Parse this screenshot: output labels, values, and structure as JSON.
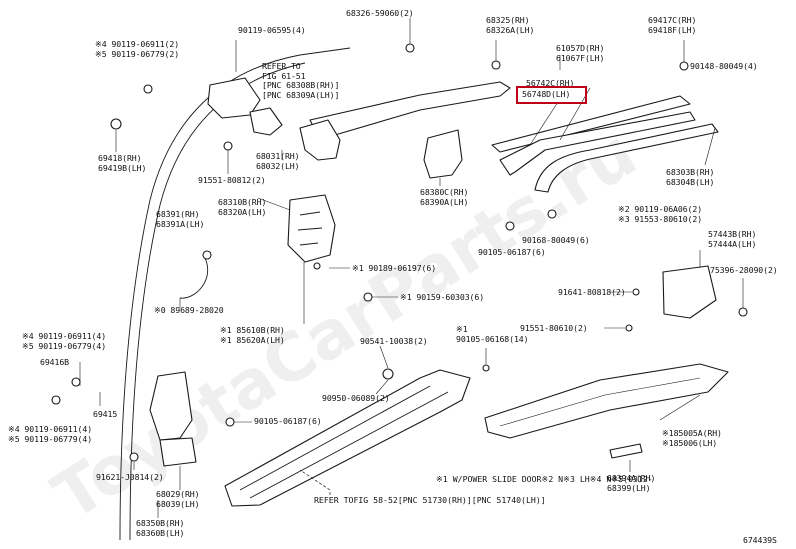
{
  "diagram": {
    "code": "674439S",
    "watermark": "ToyotaCarParts.ru",
    "highlighted_part": "56748D (LH)",
    "labels": [
      {
        "id": "p68326",
        "lines": [
          "68326-59060(2)"
        ]
      },
      {
        "id": "p90119_06595",
        "lines": [
          "90119-06595(4)"
        ]
      },
      {
        "id": "p90119_06911_a",
        "lines": [
          "※4 90119-06911(2)",
          "※5 90119-06779(2)"
        ]
      },
      {
        "id": "p_refer_61",
        "lines": [
          "REFER TO",
          "FIG 61-51",
          "[PNC 68308B(RH)]",
          "[PNC 68309A(LH)]"
        ]
      },
      {
        "id": "p68325",
        "lines": [
          "68325(RH)",
          "68326A(LH)"
        ]
      },
      {
        "id": "p61057",
        "lines": [
          "61057D(RH)",
          "61067F(LH)"
        ]
      },
      {
        "id": "p56742",
        "lines": [
          "56742C(RH)"
        ]
      },
      {
        "id": "p56748",
        "lines": [
          "56748D(LH)"
        ]
      },
      {
        "id": "p69417",
        "lines": [
          "69417C(RH)",
          "69418F(LH)"
        ]
      },
      {
        "id": "p90148",
        "lines": [
          "90148-80049(4)"
        ]
      },
      {
        "id": "p69418",
        "lines": [
          "69418(RH)",
          "69419B(LH)"
        ]
      },
      {
        "id": "p68031",
        "lines": [
          "68031(RH)",
          "68032(LH)"
        ]
      },
      {
        "id": "p91551_80812",
        "lines": [
          "91551-80812(2)"
        ]
      },
      {
        "id": "p68310",
        "lines": [
          "68310B(RH)",
          "68320A(LH)"
        ]
      },
      {
        "id": "p68391",
        "lines": [
          "68391(RH)",
          "68391A(LH)"
        ]
      },
      {
        "id": "p68380",
        "lines": [
          "68380C(RH)",
          "68390A(LH)"
        ]
      },
      {
        "id": "p68303",
        "lines": [
          "68303B(RH)",
          "68304B(LH)"
        ]
      },
      {
        "id": "p90168",
        "lines": [
          "90168-80049(6)"
        ]
      },
      {
        "id": "p90105_06187",
        "lines": [
          "90105-06187(6)"
        ]
      },
      {
        "id": "p90119_06a06",
        "lines": [
          "※2 90119-06A06(2)",
          "※3 91553-80610(2)"
        ]
      },
      {
        "id": "p57443",
        "lines": [
          "57443B(RH)",
          "57444A(LH)"
        ]
      },
      {
        "id": "p75396",
        "lines": [
          "75396-28090(2)"
        ]
      },
      {
        "id": "p90189",
        "lines": [
          "※1 90189-06197(6)"
        ]
      },
      {
        "id": "p90159",
        "lines": [
          "※1 90159-60303(6)"
        ]
      },
      {
        "id": "p91641",
        "lines": [
          "91641-80818(2)"
        ]
      },
      {
        "id": "p89689",
        "lines": [
          "※0 89689-28020"
        ]
      },
      {
        "id": "p85610",
        "lines": [
          "※1 85610B(RH)",
          "※1 85620A(LH)"
        ]
      },
      {
        "id": "p91551_80610",
        "lines": [
          "91551-80610(2)"
        ]
      },
      {
        "id": "p90105_06168",
        "lines": [
          "※1",
          "90105-06168(14)"
        ]
      },
      {
        "id": "p90119_06911_b",
        "lines": [
          "※4 90119-06911(4)",
          "※5 90119-06779(4)"
        ]
      },
      {
        "id": "p69416",
        "lines": [
          "69416B"
        ]
      },
      {
        "id": "p90541",
        "lines": [
          "90541-10038(2)"
        ]
      },
      {
        "id": "p90950",
        "lines": [
          "90950-06089(2)"
        ]
      },
      {
        "id": "p69415",
        "lines": [
          "69415"
        ]
      },
      {
        "id": "p90119_06911_c",
        "lines": [
          "※4 90119-06911(4)",
          "※5 90119-06779(4)"
        ]
      },
      {
        "id": "p90105_06187b",
        "lines": [
          "90105-06187(6)"
        ]
      },
      {
        "id": "p185005",
        "lines": [
          "※185005A(RH)",
          "※185006(LH)"
        ]
      },
      {
        "id": "p91621",
        "lines": [
          "91621-J0814(2)"
        ]
      },
      {
        "id": "p68029",
        "lines": [
          "68029(RH)",
          "68039(LH)"
        ]
      },
      {
        "id": "p68394",
        "lines": [
          "68394A(RH)",
          "68399(LH)"
        ]
      },
      {
        "id": "p68350",
        "lines": [
          "68350B(RH)",
          "68360B(LH)"
        ]
      }
    ],
    "bottom_ref": [
      "REFER TO",
      "FIG 58-52",
      "[PNC 51730(RH)]",
      "[PNC 51740(LH)]"
    ],
    "notes": [
      "※1 W/POWER SLIDE DOOR",
      "※2 N",
      "※3 LH",
      "※4 N",
      "※5(0312-"
    ]
  }
}
